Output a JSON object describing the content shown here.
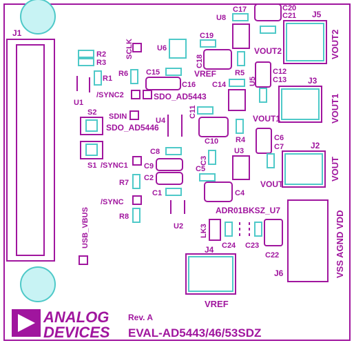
{
  "colors": {
    "silkscreen": "#a0159e",
    "pad_border": "#4ec9c8",
    "board_edge": "#a0159e",
    "background": "#ffffff",
    "hole_fill": "#c8f3f4"
  },
  "icons": {
    "logo": "analog-devices-triangle-logo"
  },
  "labels": {
    "j1": "J1",
    "u1": "U1",
    "r2": "R2",
    "r3": "R3",
    "r1": "R1",
    "sclk": "SCLK",
    "r6": "R6",
    "sync2": "/SYNC2",
    "u6": "U6",
    "c15": "C15",
    "c16": "C16",
    "sdo_ad5443": "SDO_AD5443",
    "c19": "C19",
    "c18": "C18",
    "vref_net": "VREF",
    "r5": "R5",
    "c14": "C14",
    "u8": "U8",
    "c17": "C17",
    "c20": "C20",
    "c21": "C21",
    "j5": "J5",
    "vout2_pin": "VOUT2",
    "vout2_edge": "VOUT2",
    "c12": "C12",
    "c13": "C13",
    "u5": "U5",
    "j3": "J3",
    "vout1_pin": "VOUT1",
    "vout1_edge": "VOUT1",
    "s2": "S2",
    "sdin": "SDIN",
    "u4": "U4",
    "sdo_ad5446": "SDO_AD5446",
    "c11": "C11",
    "c10": "C10",
    "r4": "R4",
    "c6": "C6",
    "c7": "C7",
    "j2": "J2",
    "s1": "S1",
    "sync1": "/SYNC1",
    "c8": "C8",
    "c3": "C3",
    "u3": "U3",
    "vout_edge": "VOUT",
    "vout_pin": "VOUT",
    "c9": "C9",
    "c2": "C2",
    "c5": "C5",
    "r7": "R7",
    "c1": "C1",
    "c4": "C4",
    "sync": "/SYNC",
    "r8": "R8",
    "usb_vbus": "USB_VBUS",
    "u2": "U2",
    "adr01": "ADR01BKSZ_U7",
    "lk3": "LK3",
    "c24": "C24",
    "c23": "C23",
    "j4": "J4",
    "c22": "C22",
    "j6": "J6",
    "vss_agnd_vdd": "VSS AGND VDD",
    "vref_bottom": "VREF",
    "brand_line1": "ANALOG",
    "brand_line2": "DEVICES",
    "rev": "Rev. A",
    "board_name": "EVAL-AD5443/46/53SDZ"
  }
}
